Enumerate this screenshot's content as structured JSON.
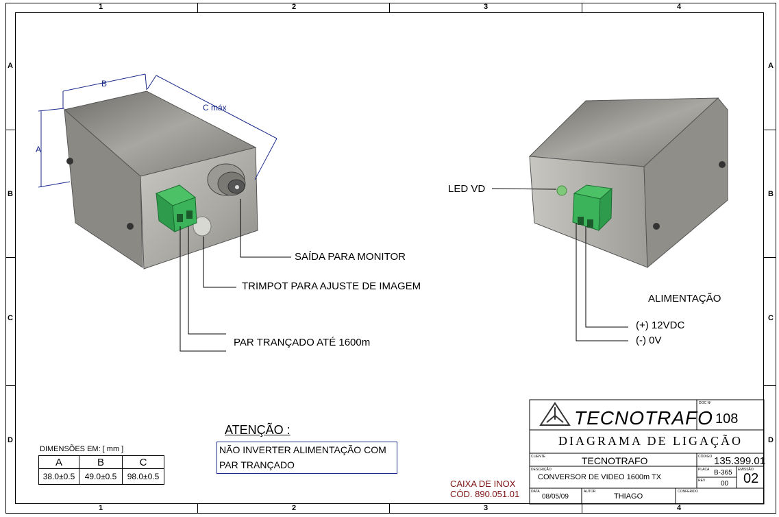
{
  "zones": {
    "cols": [
      "1",
      "2",
      "3",
      "4"
    ],
    "rows": [
      "A",
      "B",
      "C",
      "D"
    ]
  },
  "dimension_labels": {
    "a": "A",
    "b": "B",
    "c": "C máx"
  },
  "callouts": {
    "saida": "SAÍDA PARA MONITOR",
    "trimpot": "TRIMPOT PARA AJUSTE DE IMAGEM",
    "par": "PAR TRANÇADO ATÉ 1600m",
    "led": "LED VD",
    "alimentacao": "ALIMENTAÇÃO",
    "pos": "(+) 12VDC",
    "neg": "(-) 0V"
  },
  "dimensions_table": {
    "caption": "DIMENSÕES EM: [ mm ]",
    "headers": [
      "A",
      "B",
      "C"
    ],
    "values": [
      "38.0±0.5",
      "49.0±0.5",
      "98.0±0.5"
    ]
  },
  "warning": {
    "title": "ATENÇÃO :",
    "line1": "NÃO INVERTER ALIMENTAÇÃO COM",
    "line2": "PAR TRANÇADO"
  },
  "case_note": {
    "line1": "CAIXA DE INOX",
    "line2": "CÓD. 890.051.01",
    "color": "#7a1010"
  },
  "title_block": {
    "brand": "TECNOTRAFO",
    "doc_label": "DOC Nº",
    "doc_no": "108",
    "diagram_title": "DIAGRAMA DE LIGAÇÃO",
    "client_label": "CLIENTE",
    "client": "TECNOTRAFO",
    "code_label": "CÓDIGO",
    "code": "135.399.01",
    "desc_label": "DESCRIÇÃO",
    "description": "CONVERSOR DE VIDEO 1600m TX",
    "plate_label": "PLACA",
    "plate": "B-365",
    "edition_label": "EMISSÃO",
    "edition": "02",
    "rev_label": "REV",
    "rev": "00",
    "date_label": "DATA",
    "date": "08/05/09",
    "author_label": "AUTOR",
    "author": "THIAGO",
    "approved_label": "CONFERIDO"
  },
  "colors": {
    "dimension": "#1a2a8a",
    "terminal": "#2fa84f"
  }
}
